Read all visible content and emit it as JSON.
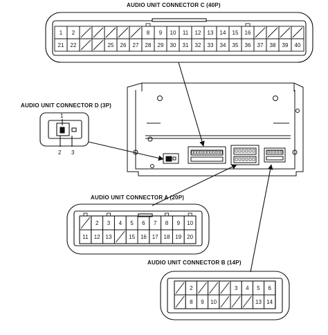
{
  "connectors": {
    "c": {
      "title": "AUDIO UNIT CONNECTOR C (40P)",
      "row1": [
        "1",
        "2",
        "",
        "",
        "",
        "",
        "",
        "8",
        "9",
        "10",
        "11",
        "12",
        "13",
        "14",
        "15",
        "16",
        "",
        "",
        "",
        ""
      ],
      "row2": [
        "21",
        "22",
        "",
        "",
        "25",
        "26",
        "27",
        "28",
        "29",
        "30",
        "31",
        "32",
        "33",
        "34",
        "35",
        "36",
        "37",
        "38",
        "39",
        "40"
      ]
    },
    "d": {
      "title": "AUDIO UNIT CONNECTOR D (3P)",
      "pins": [
        "1",
        "2",
        "3"
      ]
    },
    "a": {
      "title": "AUDIO UNIT CONNECTOR A (20P)",
      "row1": [
        "",
        "2",
        "3",
        "4",
        "5",
        "6",
        "7",
        "8",
        "9",
        "10"
      ],
      "row2": [
        "11",
        "12",
        "13",
        "",
        "15",
        "16",
        "17",
        "18",
        "19",
        "20"
      ]
    },
    "b": {
      "title": "AUDIO UNIT CONNECTOR B (14P)",
      "row1": [
        "",
        "2",
        "",
        "",
        "",
        "3",
        "4",
        "5",
        "6"
      ],
      "row2": [
        "",
        "8",
        "9",
        "10",
        "",
        "",
        "",
        "13",
        "14"
      ]
    }
  }
}
